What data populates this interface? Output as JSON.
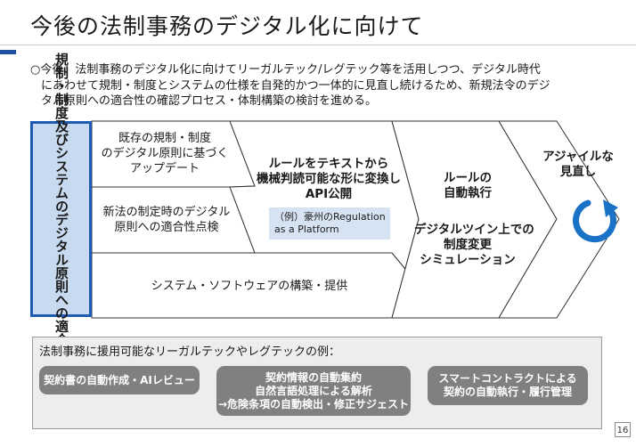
{
  "page": {
    "title": "今後の法制事務のデジタル化に向けて",
    "intro_lines": [
      "○今後、法制事務のデジタル化に向けてリーガルテック/レグテック等を活用しつつ、デジタル時代",
      "にあわせて規制・制度とシステムの仕様を自発的かつ一体的に見直し続けるため、新規法令のデジ",
      "タル原則への適合性の確認プロセス・体制構築の検討を進める。"
    ],
    "page_number": "16"
  },
  "diagram": {
    "left_label": "規制・制度及びシステムのデジタル原則への適合性点検",
    "row1_lines": [
      "既存の規制・制度",
      "のデジタル原則に基づく",
      "アップデート"
    ],
    "row2_lines": [
      "新法の制定時のデジタル",
      "原則への適合性点検"
    ],
    "row3": "システム・ソフトウェアの構築・提供",
    "center_lines": [
      "ルールをテキストから",
      "機械判読可能な形に変換し",
      "API公開"
    ],
    "example_lines": [
      "（例）豪州のRegulation",
      "as a Platform"
    ],
    "exec_lines": [
      "ルールの",
      "自動執行"
    ],
    "twin_lines": [
      "デジタルツイン上での",
      "制度変更",
      "シミュレーション"
    ],
    "agile_lines": [
      "アジャイルな",
      "見直し"
    ],
    "cycle_icon": "refresh-cycle-icon"
  },
  "examples": {
    "title": "法制事務に援用可能なリーガルテックやレグテックの例：",
    "pill1_lines": [
      "契約書の自動作成・AIレビュー"
    ],
    "pill2_lines": [
      "契約情報の自動集約",
      "自然言語処理による解析",
      "→危険条項の自動検出・修正サジェスト"
    ],
    "pill3_lines": [
      "スマートコントラクトによる",
      "契約の自動執行・履行管理"
    ]
  },
  "colors": {
    "accent": "#1f4fa0",
    "left_box_fill": "#c8daef",
    "left_box_border": "#1e5cb3",
    "pill_fill": "#808080",
    "cycle_icon": "#1a72c6"
  }
}
